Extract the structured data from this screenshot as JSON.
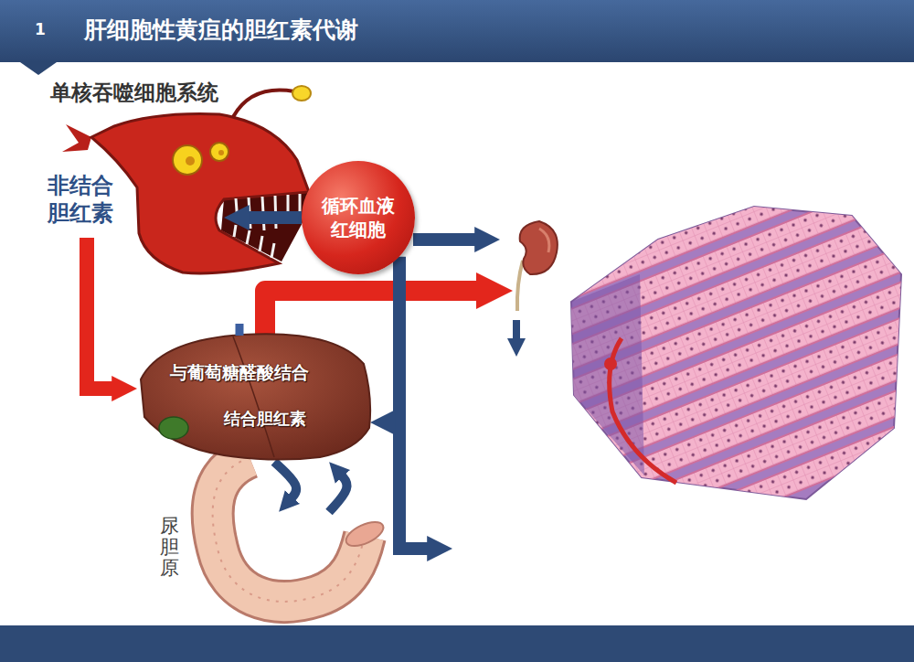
{
  "diagram": {
    "title": "肝细胞性黄疸的胆红素代谢",
    "nodes": [
      {
        "text": [
          "单核吞噬细胞系统"
        ]
      },
      {
        "text": [
          "循环血液 红细胞"
        ]
      },
      {
        "text": [
          "与葡萄糖醛酸结合",
          "结合胆红素"
        ]
      },
      {
        "text": [
          "尿胆原"
        ]
      }
    ],
    "edges": [
      {
        "from": 1,
        "to": 0,
        "arrow": "to"
      },
      {
        "from": 0,
        "to": 2,
        "label": "非结合 胆红素",
        "arrow": "to"
      },
      {
        "from": 1,
        "to": 2,
        "arrow": "to"
      },
      {
        "from": 2,
        "to": 3,
        "arrow": "to"
      },
      {
        "from": 3,
        "to": 2,
        "arrow": "to"
      }
    ],
    "labels": [
      "1"
    ]
  }
}
